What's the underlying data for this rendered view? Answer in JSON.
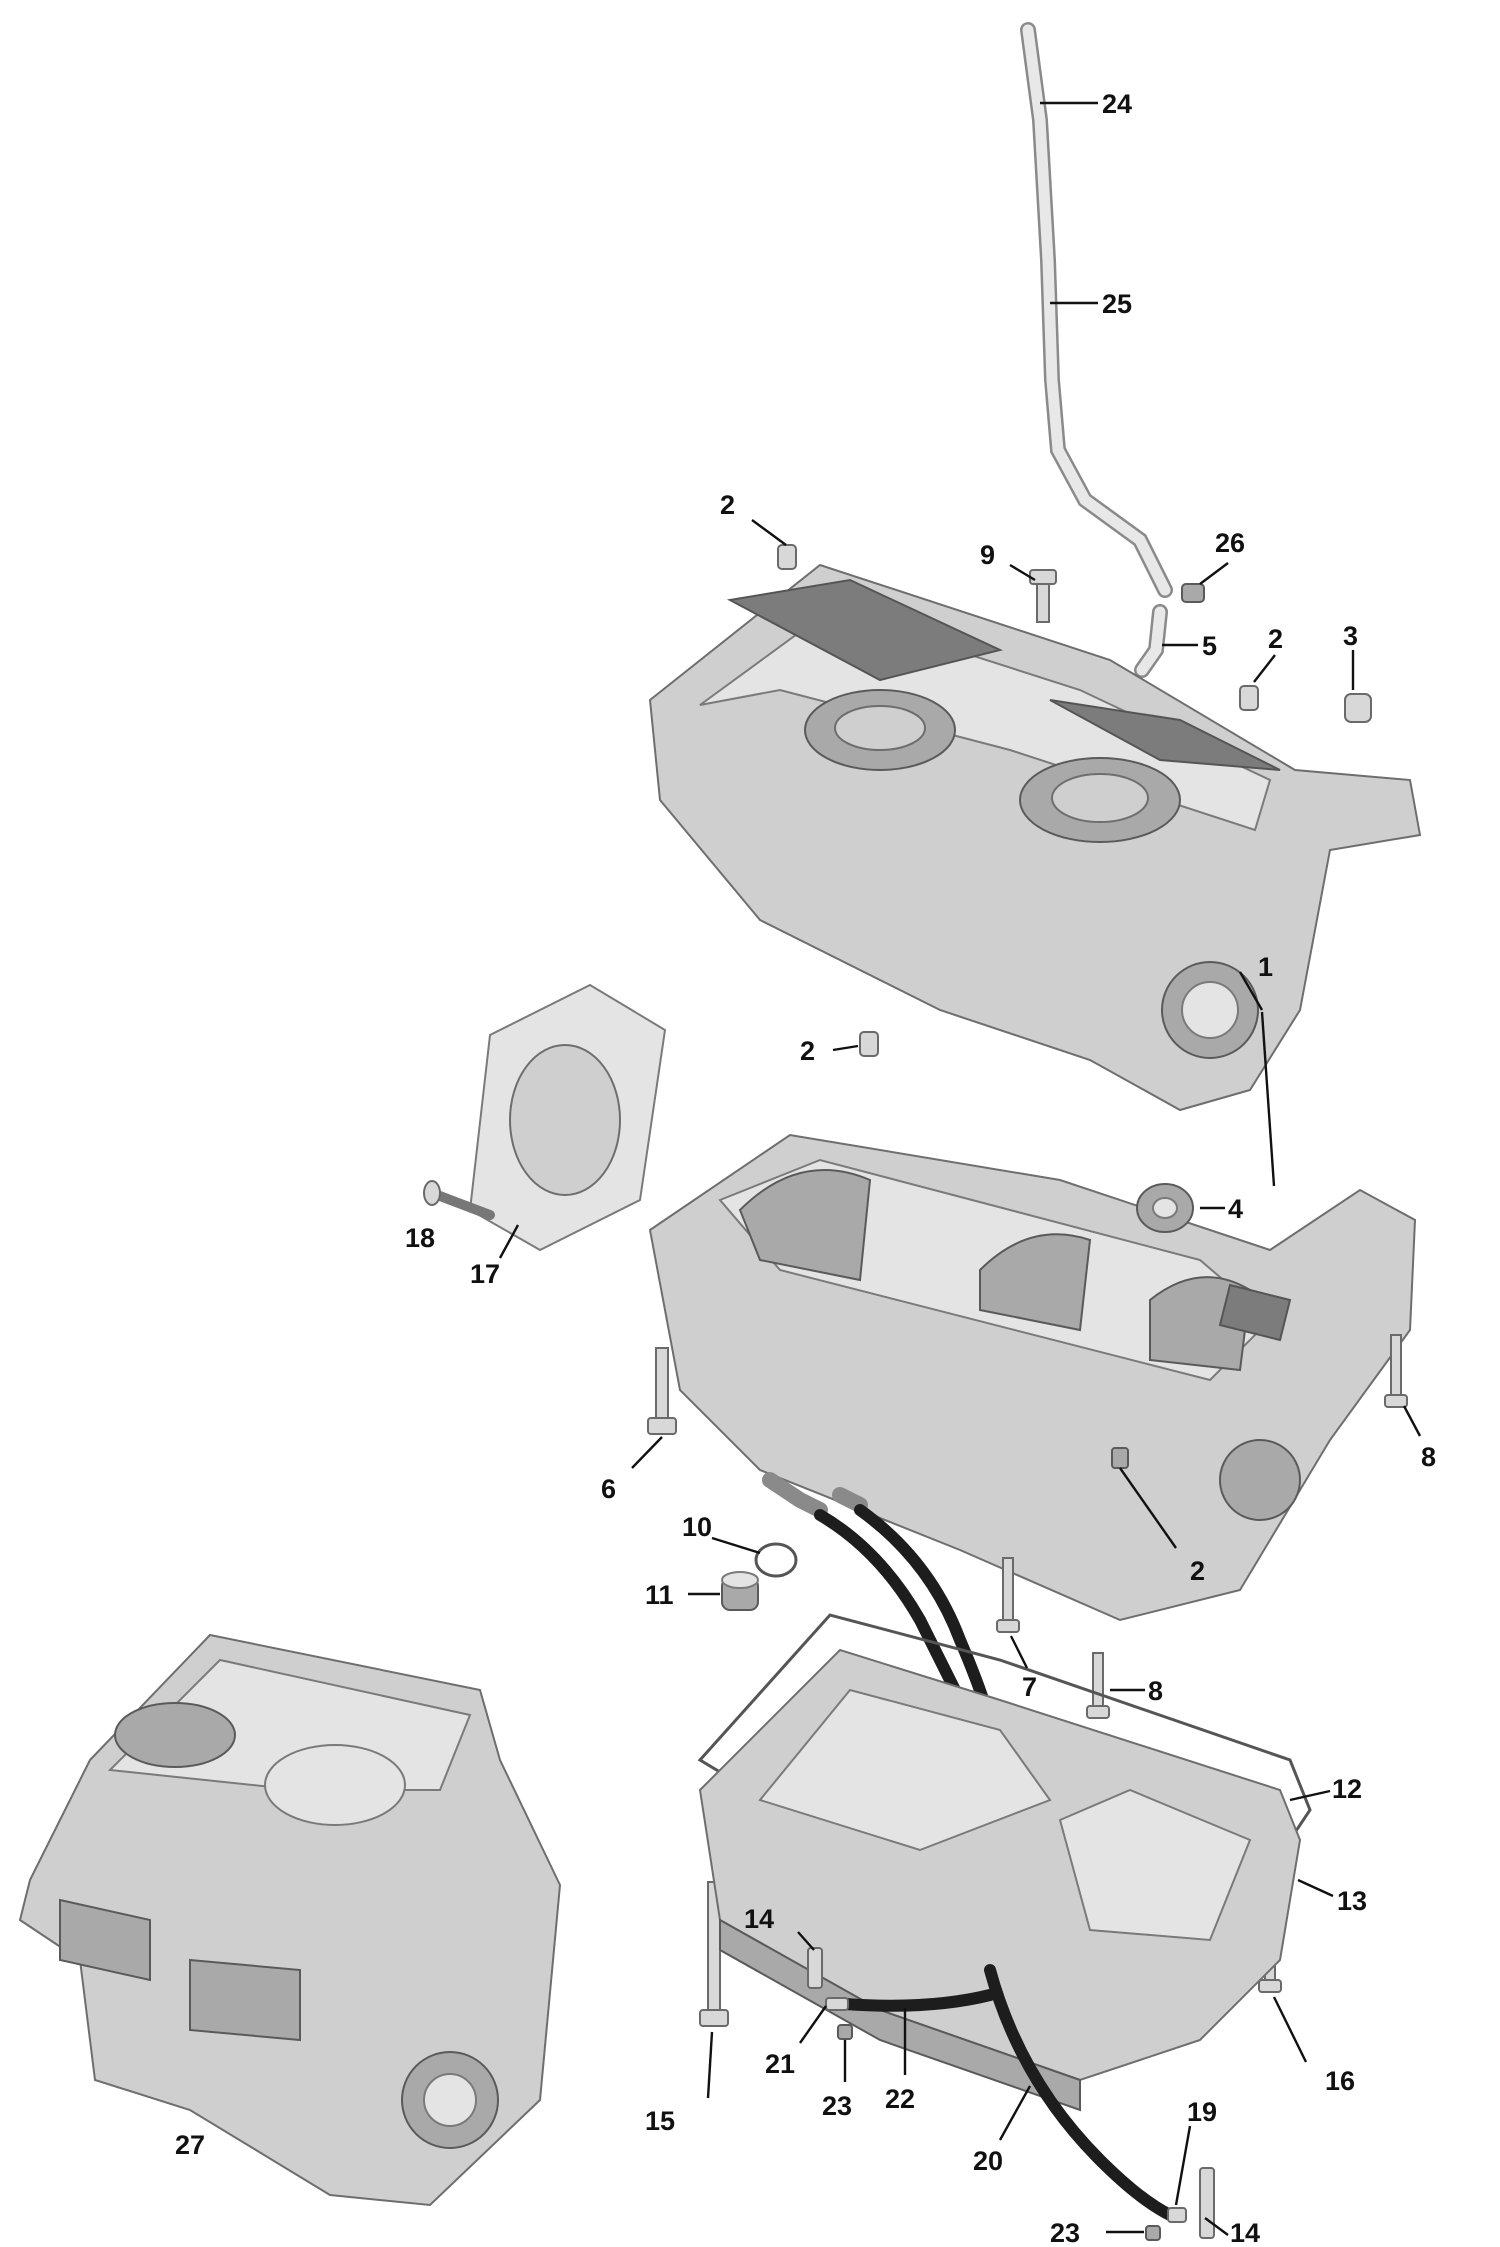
{
  "callouts": [
    {
      "id": "c24a",
      "text": "24"
    },
    {
      "id": "c25a",
      "text": "25"
    },
    {
      "id": "c2a",
      "text": "2"
    },
    {
      "id": "c9a",
      "text": "9"
    },
    {
      "id": "c26a",
      "text": "26"
    },
    {
      "id": "c5a",
      "text": "5"
    },
    {
      "id": "c2b",
      "text": "2"
    },
    {
      "id": "c3a",
      "text": "3"
    },
    {
      "id": "c1a",
      "text": "1"
    },
    {
      "id": "c2c",
      "text": "2"
    },
    {
      "id": "c4a",
      "text": "4"
    },
    {
      "id": "c18a",
      "text": "18"
    },
    {
      "id": "c17a",
      "text": "17"
    },
    {
      "id": "c8a",
      "text": "8"
    },
    {
      "id": "c6a",
      "text": "6"
    },
    {
      "id": "c2d",
      "text": "2"
    },
    {
      "id": "c10a",
      "text": "10"
    },
    {
      "id": "c11a",
      "text": "11"
    },
    {
      "id": "c7a",
      "text": "7"
    },
    {
      "id": "c8b",
      "text": "8"
    },
    {
      "id": "c12a",
      "text": "12"
    },
    {
      "id": "c13a",
      "text": "13"
    },
    {
      "id": "c14a",
      "text": "14"
    },
    {
      "id": "c16a",
      "text": "16"
    },
    {
      "id": "c21a",
      "text": "21"
    },
    {
      "id": "c22a",
      "text": "22"
    },
    {
      "id": "c23a",
      "text": "23"
    },
    {
      "id": "c15a",
      "text": "15"
    },
    {
      "id": "c27a",
      "text": "27"
    },
    {
      "id": "c20a",
      "text": "20"
    },
    {
      "id": "c19a",
      "text": "19"
    },
    {
      "id": "c23b",
      "text": "23"
    },
    {
      "id": "c14b",
      "text": "14"
    }
  ]
}
